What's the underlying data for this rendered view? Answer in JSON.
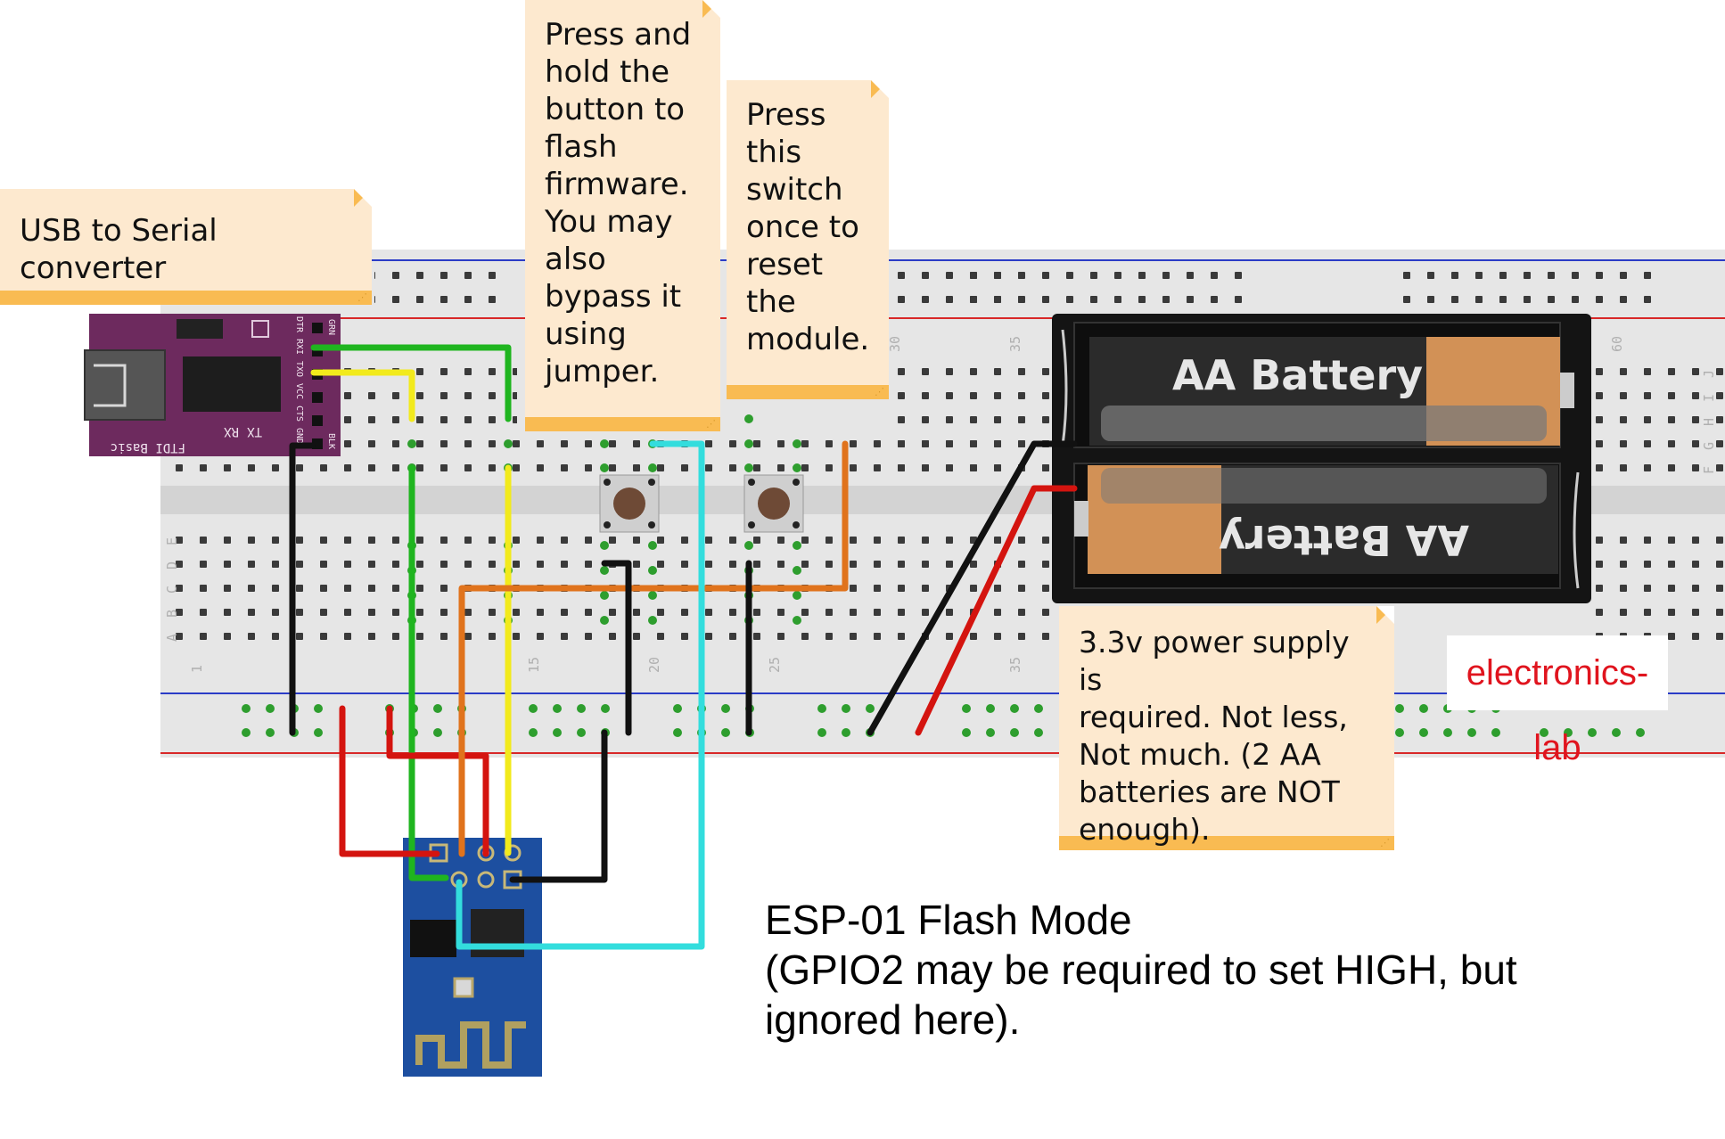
{
  "notes": {
    "usb_converter": "USB to Serial converter",
    "flash_button": [
      "Press and",
      "hold the",
      "button to",
      "flash",
      "firmware.",
      "You may",
      "also",
      "bypass it",
      "using",
      "jumper."
    ],
    "reset_switch": [
      "Press",
      "this",
      "switch",
      "once to",
      "reset",
      "the",
      "module."
    ],
    "power_supply": [
      "3.3v power supply is",
      "required. Not less,",
      "Not much. (2 AA",
      "batteries are NOT",
      "enough)."
    ]
  },
  "title": {
    "line1": "ESP-01 Flash Mode",
    "line2": "(GPIO2 may be required to set HIGH, but",
    "line3": "ignored here)."
  },
  "logo": "electronics-lab",
  "battery": {
    "top_label": "AA Battery",
    "bottom_label": "AA Battery"
  },
  "ftdi": {
    "board_label": "FTDI Basic",
    "pin_labels": [
      "TX",
      "RX"
    ],
    "header_labels": [
      "GRN",
      "DTR",
      "RXI",
      "TXO",
      "VCC",
      "CTS",
      "GND",
      "BLK"
    ]
  },
  "breadboard": {
    "column_labels": [
      "1",
      "15",
      "20",
      "25",
      "30",
      "35",
      "35",
      "60"
    ],
    "row_labels_top": [
      "F",
      "G",
      "H",
      "I",
      "J"
    ],
    "row_labels_bottom": [
      "A",
      "B",
      "C",
      "D",
      "E"
    ]
  },
  "colors": {
    "wire_green": "#1fb51f",
    "wire_yellow": "#f2ea1c",
    "wire_black": "#111111",
    "wire_red": "#d4140f",
    "wire_orange": "#e0731c",
    "wire_cyan": "#33dddd",
    "ftdi_board": "#6d2a5e",
    "esp_board": "#1d4fa0",
    "note_bg": "#fde9cf",
    "note_edge": "#f9bb52"
  }
}
